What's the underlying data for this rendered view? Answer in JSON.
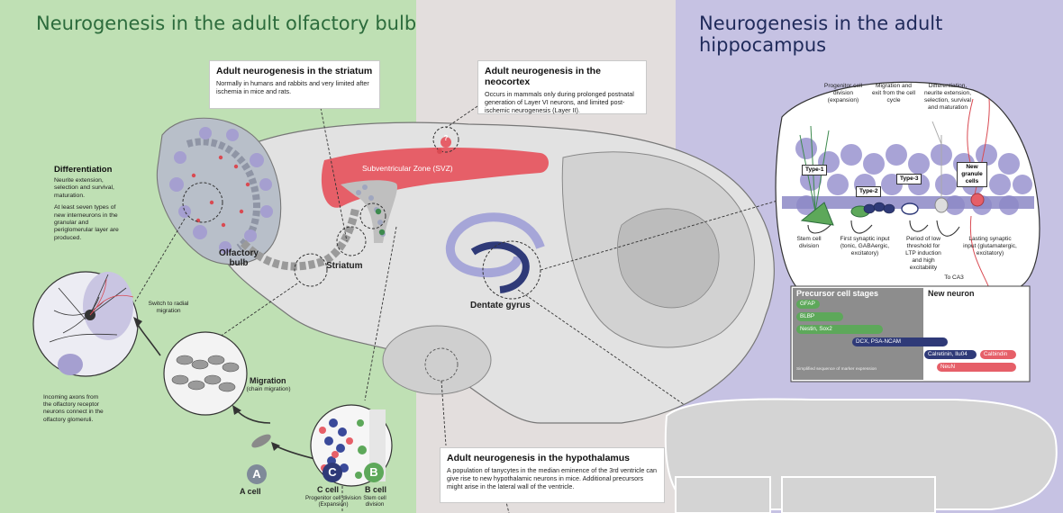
{
  "headings": {
    "left": "Neurogenesis in the adult olfactory bulb",
    "right": "Neurogenesis in the adult hippocampus"
  },
  "info_boxes": {
    "striatum": {
      "title": "Adult neurogenesis in the striatum",
      "text": "Normally in humans and rabbits and very limited after ischemia in mice and rats."
    },
    "neocortex": {
      "title": "Adult neurogenesis in the neocortex",
      "text": "Occurs in mammals only during prolonged postnatal generation of Layer VI neurons, and limited post-ischemic neurogenesis (Layer II)."
    },
    "hypothalamus": {
      "title": "Adult neurogenesis in the hypothalamus",
      "text": "A population of tanycytes in the median eminence of the 3rd ventricle can give rise to new hypothalamic neurons in mice. Additional precursors might arise in the lateral wall of the ventricle."
    },
    "differentiation": {
      "title": "Differentiation",
      "p1": "Neurite extension, selection and survival, maturation.",
      "p2": "At least seven types of new interneurons in the granular and periglomerular layer are produced.",
      "p3": "Incoming axons from the olfactory receptor neurons connect in the olfactory glomeruli."
    }
  },
  "brain_labels": {
    "svz": "Subventricular Zone (SVZ)",
    "olfactory_bulb": "Olfactory bulb",
    "striatum": "Striatum",
    "dentate_gyrus": "Dentate gyrus",
    "switch": "Switch to radial migration",
    "migration": "Migration",
    "migration_sub": "(chain migration)",
    "neocortex_marker": "?"
  },
  "cells": {
    "a": {
      "letter": "A",
      "label": "A cell"
    },
    "c": {
      "letter": "C",
      "label": "C cell",
      "sub": "Progenitor cell division (Expansion)"
    },
    "b": {
      "letter": "B",
      "label": "B cell",
      "sub": "Stem cell division"
    }
  },
  "hippocampus": {
    "steps": [
      "Progenitor cell division (expansion)",
      "Migration and exit from the cell cycle",
      "Differentiation, neurite extension, selection, survival and maturation"
    ],
    "types": [
      "Type-1",
      "Type-2",
      "Type-3",
      "New granule cells"
    ],
    "bottom": [
      "Stem cell division",
      "First synaptic input (tonic, GABAergic, excitatory)",
      "Period of low threshold for LTP induction and high excitability",
      "Lasting synaptic input (glutamatergic, excitatory)",
      "To CA3"
    ]
  },
  "markers": {
    "precursor": "Precursor cell stages",
    "new_neuron": "New neuron",
    "footnote": "Simplified sequence of marker expression",
    "bars": [
      "GFAP",
      "BLBP",
      "Nestin, Sox2",
      "DCX, PSA-NCAM",
      "Calretinin, Ilu04",
      "Calbindin",
      "NeuN"
    ]
  },
  "colors": {
    "green_panel": "#bfe0b4",
    "purple_panel": "#c6c2e3",
    "svz": "#e65f68",
    "brain": "#e2e2e2",
    "dark_blue": "#2f3a78",
    "green_bar": "#5da85a"
  }
}
